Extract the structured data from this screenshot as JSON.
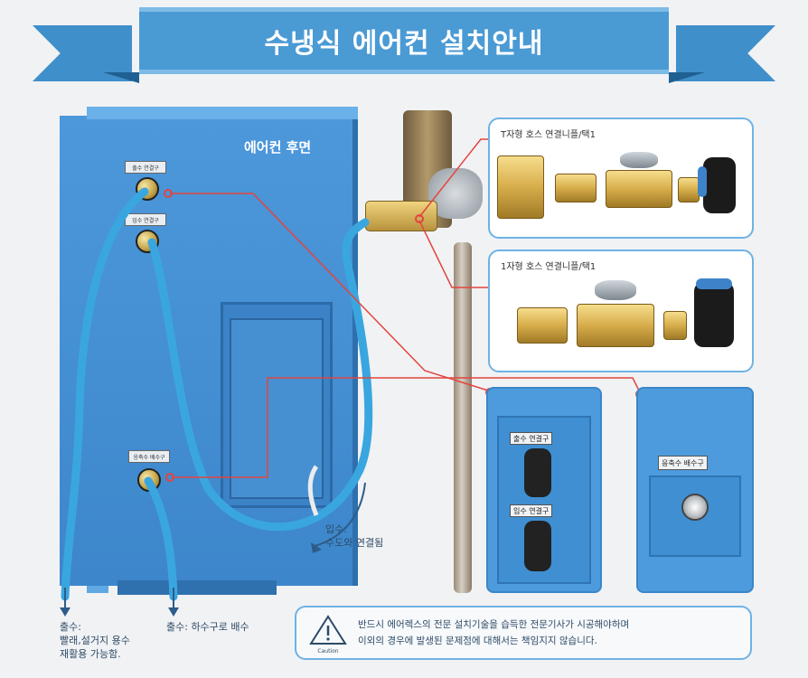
{
  "banner": {
    "title": "수냉식 에어컨 설치안내"
  },
  "main": {
    "rear_label": "에어컨 후면",
    "inlet_caption_title": "입수:",
    "inlet_caption_body": "수도와 연결됨",
    "outlet_left_title": "출수:",
    "outlet_left_body_1": "빨래,설거지 용수",
    "outlet_left_body_2": "재활용 가능함.",
    "outlet_right": "출수: 하수구로 배수"
  },
  "cards": {
    "t_hose": {
      "label": "T자형 호스 연결니플/택1"
    },
    "straight_hose": {
      "label": "1자형 호스 연결니플/택1"
    },
    "connector_closeup": {
      "tag_top": "출수 연결구",
      "tag_bottom": "입수 연결구"
    },
    "condensate": {
      "tag": "응축수 배수구"
    }
  },
  "plates": {
    "upper": "출수 연결구",
    "middle": "입수 연결구",
    "lower": "응축수 배수구"
  },
  "notice": {
    "icon_label": "Caution",
    "line1": "반드시 에어렉스의 전문 설치기술을 습득한 전문기사가 시공해야하며",
    "line2": "이외의 경우에 발생된 문제점에 대해서는 책임지지 않습니다."
  },
  "colors": {
    "banner_blue": "#4a9ad4",
    "unit_blue": "#4d98db",
    "hose_blue": "#3aa6df",
    "leader_red": "#e2453f",
    "card_border": "#6fb2e4"
  }
}
